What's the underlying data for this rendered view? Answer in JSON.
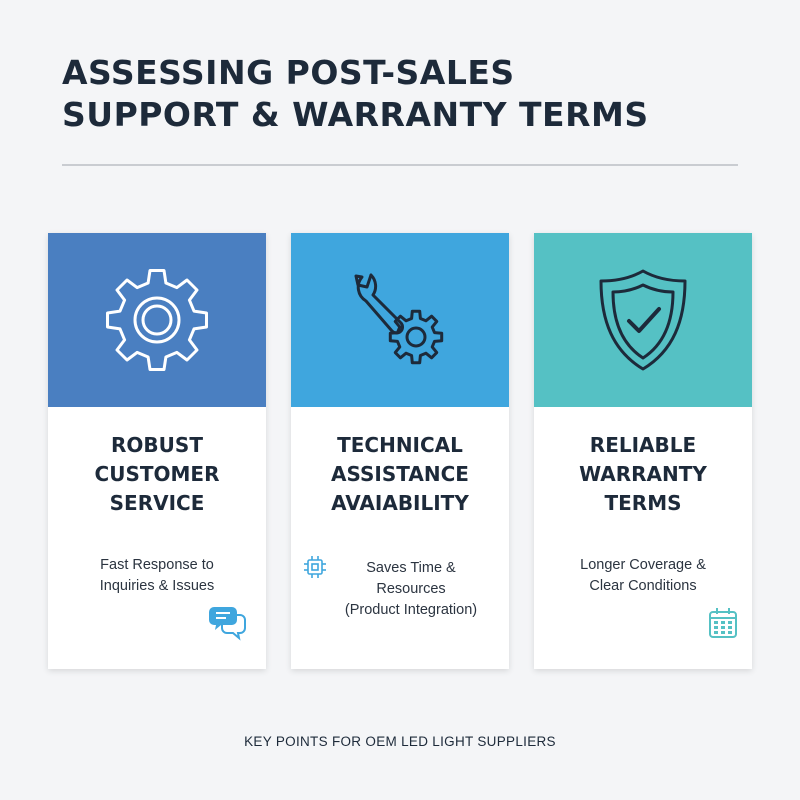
{
  "header": {
    "title_line1": "ASSESSING POST-SALES",
    "title_line2": "SUPPORT & WARRANTY TERMS"
  },
  "cards": [
    {
      "icon": "gear-icon",
      "accent_color": "#4a7fc1",
      "title_lines": [
        "ROBUST",
        "CUSTOMER",
        "SERVICE"
      ],
      "desc_lines": [
        "Fast Response to",
        "Inquiries & Issues"
      ],
      "small_icon": "chat-bubbles-icon"
    },
    {
      "icon": "wrench-gear-icon",
      "accent_color": "#3fa6de",
      "title_lines": [
        "TECHNICAL",
        "ASSISTANCE",
        "AVAIABILITY"
      ],
      "desc_lines": [
        "Saves Time &",
        "Resources",
        "(Product Integration)"
      ],
      "small_icon": "chip-icon"
    },
    {
      "icon": "shield-check-icon",
      "accent_color": "#55c1c4",
      "title_lines": [
        "RELIABLE",
        "WARRANTY",
        "TERMS"
      ],
      "desc_lines": [
        "Longer Coverage &",
        "Clear Conditions"
      ],
      "small_icon": "calendar-icon"
    }
  ],
  "footer": {
    "text": "KEY POINTS FOR OEM LED LIGHT SUPPLIERS"
  }
}
